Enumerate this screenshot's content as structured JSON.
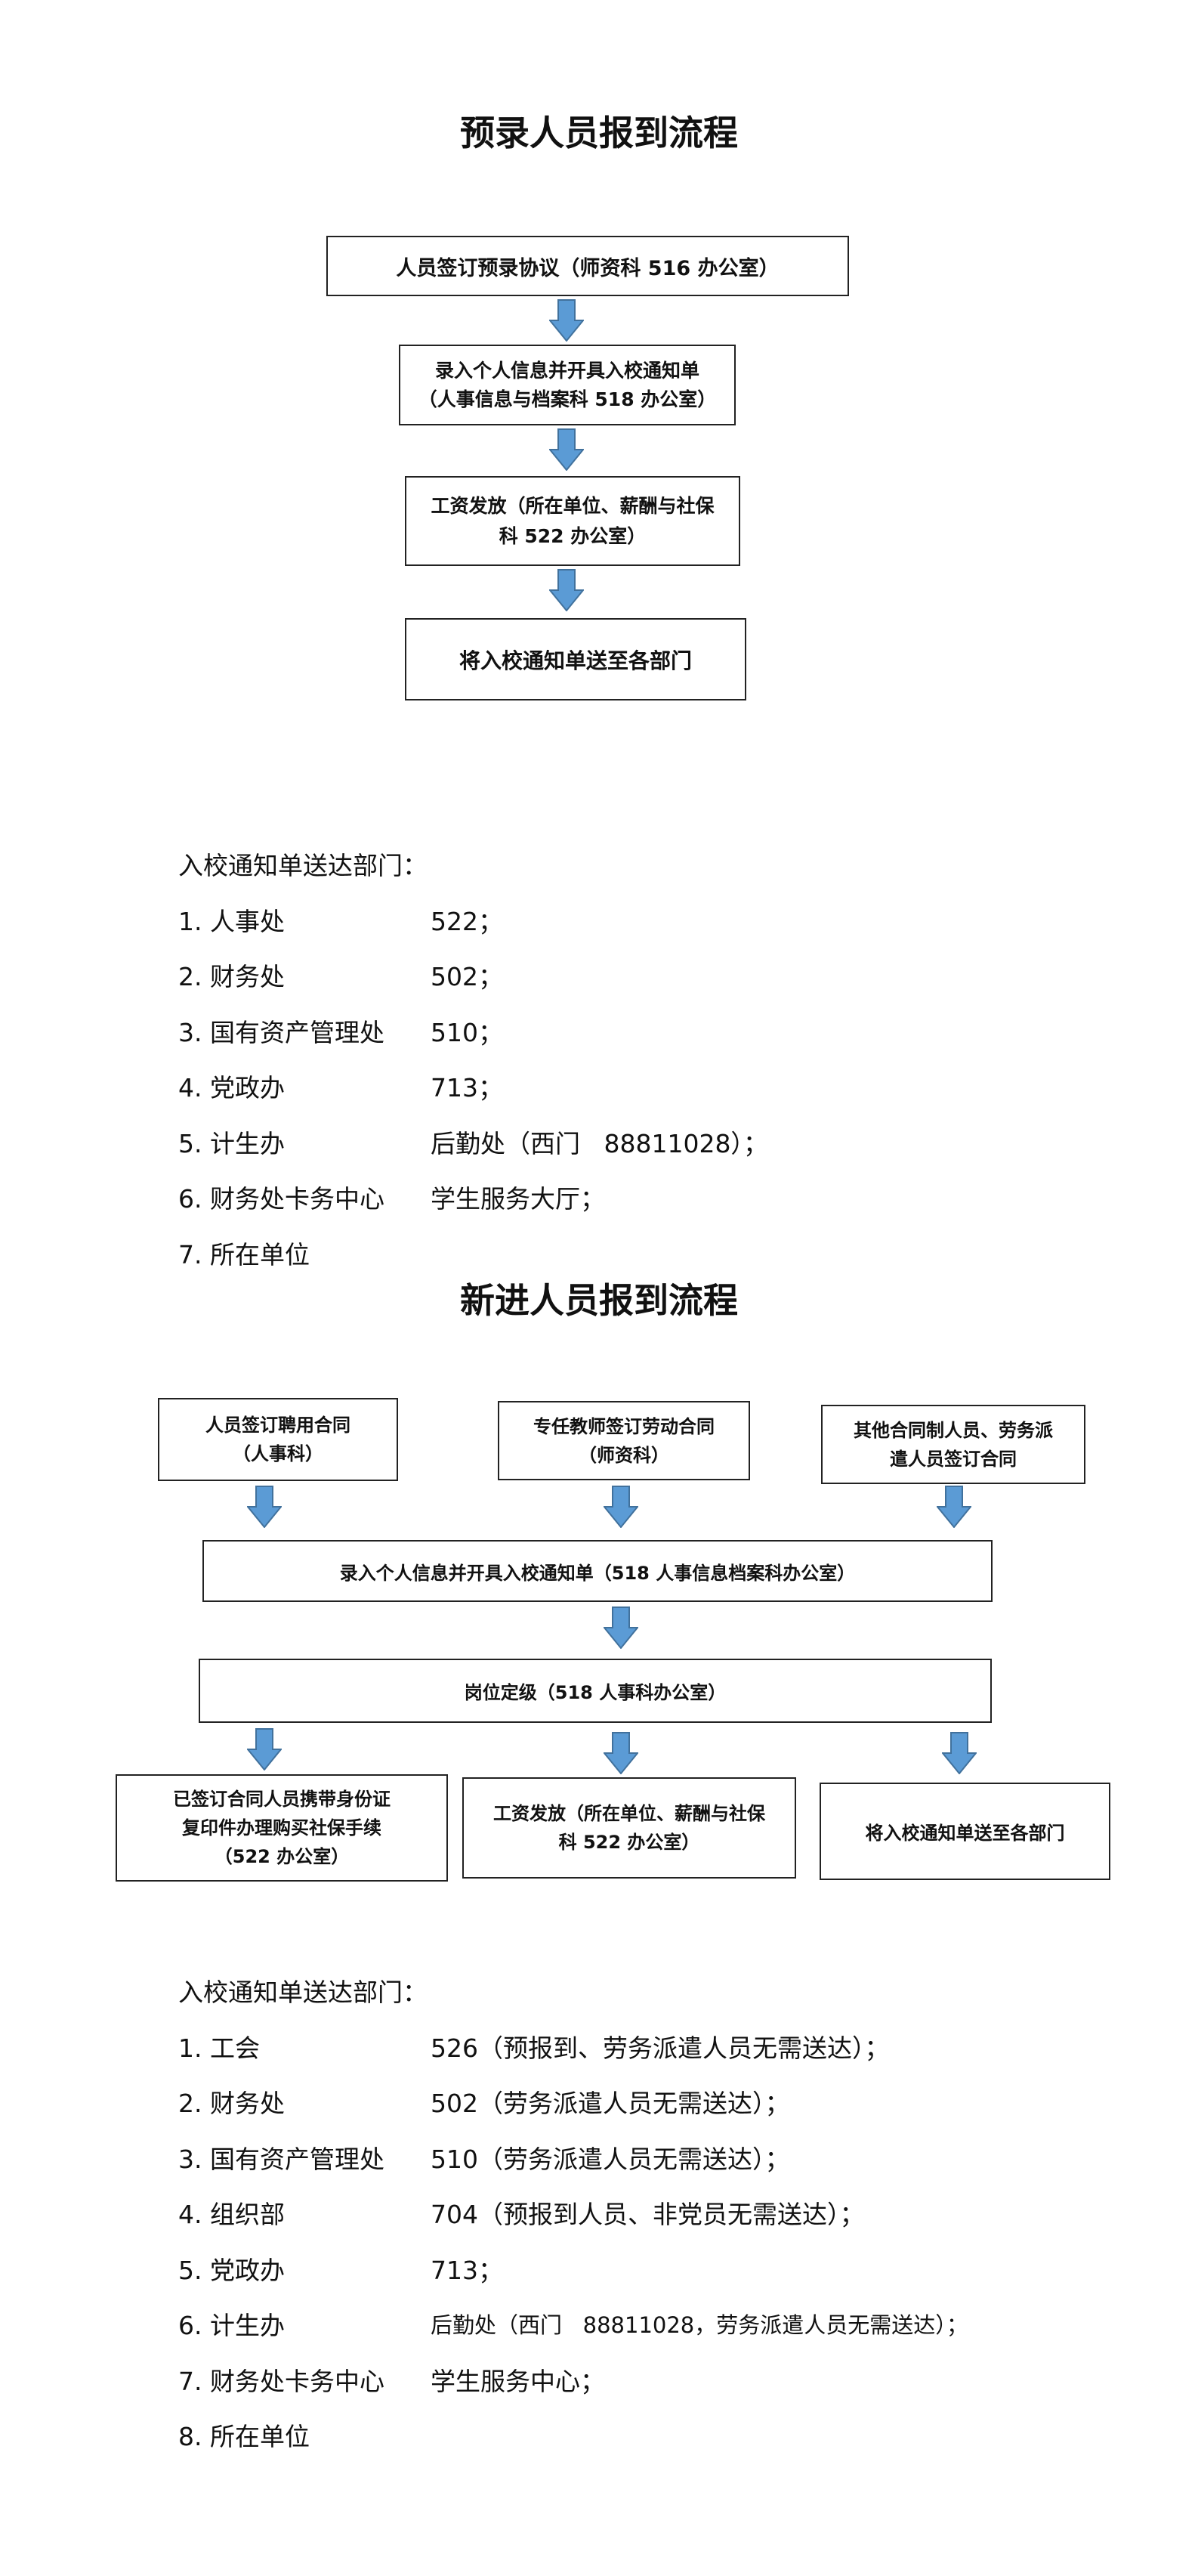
{
  "section1": {
    "title": "预录人员报到流程",
    "steps": [
      "人员签订预录协议（师资科 516 办公室）",
      "录入个人信息并开具入校通知单\n（人事信息与档案科 518 办公室）",
      "工资发放（所在单位、薪酬与社保\n科 522 办公室）",
      "将入校通知单送至各部门"
    ],
    "list_heading": "入校通知单送达部门：",
    "list": [
      {
        "label": "1. 人事处",
        "value": "522；"
      },
      {
        "label": "2. 财务处",
        "value": "502；"
      },
      {
        "label": "3. 国有资产管理处",
        "value": "510；"
      },
      {
        "label": "4. 党政办",
        "value": "713；"
      },
      {
        "label": "5. 计生办",
        "value": "后勤处（西门   88811028）；"
      },
      {
        "label": "6. 财务处卡务中心",
        "value": "学生服务大厅；"
      },
      {
        "label": "7. 所在单位",
        "value": ""
      }
    ]
  },
  "section2": {
    "title": "新进人员报到流程",
    "top_boxes": [
      "人员签订聘用合同\n（人事科）",
      "专任教师签订劳动合同\n（师资科）",
      "其他合同制人员、劳务派\n遣人员签订合同"
    ],
    "entry_box": "录入个人信息并开具入校通知单（518 人事信息档案科办公室）",
    "grade_box": "岗位定级（518 人事科办公室）",
    "bottom_boxes": [
      "已签订合同人员携带身份证\n复印件办理购买社保手续\n（522 办公室）",
      "工资发放（所在单位、薪酬与社保\n科 522 办公室）",
      "将入校通知单送至各部门"
    ],
    "list_heading": "入校通知单送达部门：",
    "list": [
      {
        "label": "1. 工会",
        "value": "526（预报到、劳务派遣人员无需送达）；"
      },
      {
        "label": "2. 财务处",
        "value": "502（劳务派遣人员无需送达）；"
      },
      {
        "label": "3. 国有资产管理处",
        "value": "510（劳务派遣人员无需送达）；"
      },
      {
        "label": "4. 组织部",
        "value": "704（预报到人员、非党员无需送达）；"
      },
      {
        "label": "5. 党政办",
        "value": "713；"
      },
      {
        "label": "6. 计生办",
        "value": "后勤处（西门   88811028，劳务派遣人员无需送达）；"
      },
      {
        "label": "7. 财务处卡务中心",
        "value": "学生服务中心；"
      },
      {
        "label": "8. 所在单位",
        "value": ""
      }
    ]
  },
  "colors": {
    "arrow_fill": "#5b9bd5",
    "arrow_stroke": "#41719c",
    "border": "#222222"
  }
}
